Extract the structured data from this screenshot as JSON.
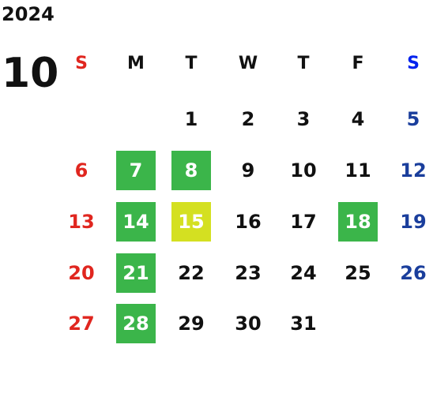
{
  "calendar": {
    "year": "2024",
    "month": "10",
    "weekdays": [
      "S",
      "M",
      "T",
      "W",
      "T",
      "F",
      "S"
    ],
    "weeks": [
      [
        "",
        "",
        "1",
        "2",
        "3",
        "4",
        "5"
      ],
      [
        "6",
        "7",
        "8",
        "9",
        "10",
        "11",
        "12"
      ],
      [
        "13",
        "14",
        "15",
        "16",
        "17",
        "18",
        "19"
      ],
      [
        "20",
        "21",
        "22",
        "23",
        "24",
        "25",
        "26"
      ],
      [
        "27",
        "28",
        "29",
        "30",
        "31",
        "",
        ""
      ]
    ],
    "highlighted_green": [
      "7",
      "8",
      "14",
      "18",
      "21",
      "28"
    ],
    "highlighted_yellow": [
      "15"
    ],
    "colors": {
      "sunday": "#e0261f",
      "saturday": "#1a3e9c",
      "saturday_header": "#0022ee",
      "green_highlight": "#3bb54a",
      "yellow_highlight": "#d4e021"
    }
  }
}
